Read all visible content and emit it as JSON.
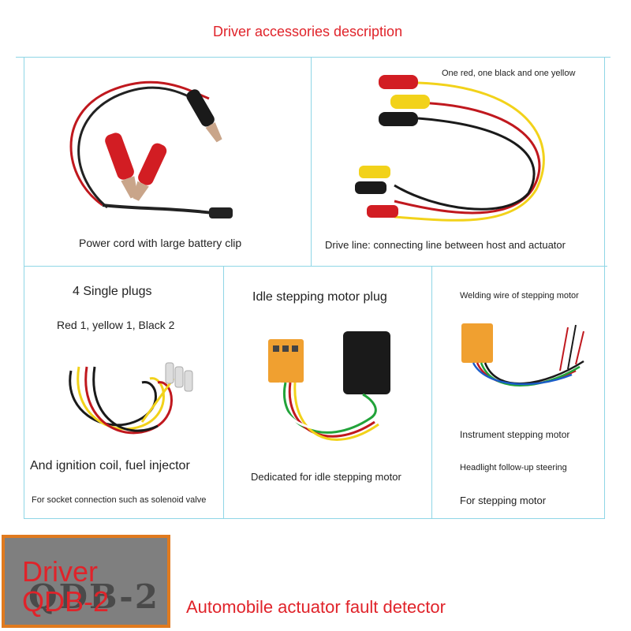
{
  "header": {
    "title": "Driver accessories description"
  },
  "panels": {
    "power_cord": {
      "caption": "Power cord with large battery clip"
    },
    "drive_line": {
      "note": "One red, one black and one yellow",
      "caption": "Drive line: connecting line between host and actuator"
    },
    "single_plugs": {
      "heading": "4 Single plugs",
      "colors": "Red 1, yellow 1, Black 2",
      "line1": "And ignition coil, fuel injector",
      "line2": "For socket connection such as solenoid valve"
    },
    "idle_motor": {
      "heading": "Idle stepping motor plug",
      "caption": "Dedicated for idle stepping motor"
    },
    "welding_wire": {
      "heading": "Welding wire of stepping motor",
      "line1": "Instrument stepping motor",
      "line2": "Headlight follow-up steering",
      "line3": "For stepping motor"
    }
  },
  "logo": {
    "line1": "Driver",
    "line2": "QDB-2",
    "print": "QDB-2"
  },
  "footer": {
    "tagline": "Automobile actuator fault detector"
  },
  "colors": {
    "accent_red": "#e0232a",
    "grid": "#8fd6e6",
    "logo_border": "#e07a1e",
    "wire_yellow": "#f2d21a",
    "plug_orange": "#f0a030"
  }
}
